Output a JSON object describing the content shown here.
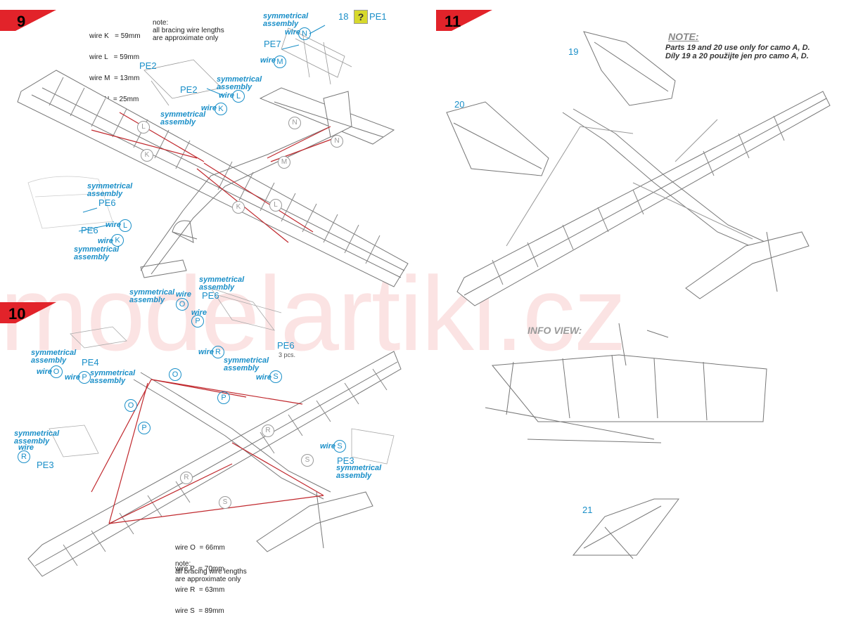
{
  "watermark": "modelartikl.cz",
  "steps": {
    "s9": "9",
    "s10": "10",
    "s11": "11"
  },
  "step9": {
    "wire_lengths": [
      "wire K   = 59mm",
      "wire L   = 59mm",
      "wire M  = 13mm",
      "wire N  = 25mm"
    ],
    "note": [
      "note:",
      "all bracing wire lengths",
      "are approximate only"
    ],
    "labels": {
      "sym1": "symmetrical",
      "asm1": "assembly",
      "sym2": "symmetrical",
      "asm2": "assembly",
      "sym3": "symmetrical",
      "asm3": "assembly",
      "sym4": "symmetrical",
      "asm4": "assembly",
      "sym5": "symmetrical",
      "asm5": "assembly",
      "wire": "wire"
    },
    "parts": {
      "p18": "18",
      "pe1": "PE1",
      "pe7": "PE7",
      "pe2a": "PE2",
      "pe2b": "PE2",
      "pe6a": "PE6",
      "pe6b": "PE6"
    },
    "circles": {
      "K": "K",
      "L": "L",
      "M": "M",
      "N": "N"
    }
  },
  "step10": {
    "wire_lengths": [
      "wire O  = 66mm",
      "wire P  = 70mm",
      "wire R  = 63mm",
      "wire S  = 89mm"
    ],
    "note": [
      "note:",
      "all bracing wire lengths",
      "are approximate only"
    ],
    "labels": {
      "sym": "symmetrical",
      "asm": "assembly",
      "wire": "wire",
      "pcs": "3 pcs."
    },
    "parts": {
      "pe6": "PE6",
      "pe6b": "PE6",
      "pe4": "PE4",
      "pe3a": "PE3",
      "pe3b": "PE3"
    },
    "circles": {
      "O": "O",
      "P": "P",
      "R": "R",
      "S": "S"
    }
  },
  "step11": {
    "note_head": "NOTE:",
    "note_lines": [
      "Parts 19 and 20 use only for camo A, D.",
      "Díly 19 a 20 použijte jen pro camo A, D."
    ],
    "info_view": "INFO VIEW:",
    "parts": {
      "p19": "19",
      "p20": "20",
      "p21": "21"
    }
  },
  "colors": {
    "accent": "#1a8fc8",
    "flag": "#e2232a",
    "wire": "#c0282d",
    "frame": "#777777"
  }
}
